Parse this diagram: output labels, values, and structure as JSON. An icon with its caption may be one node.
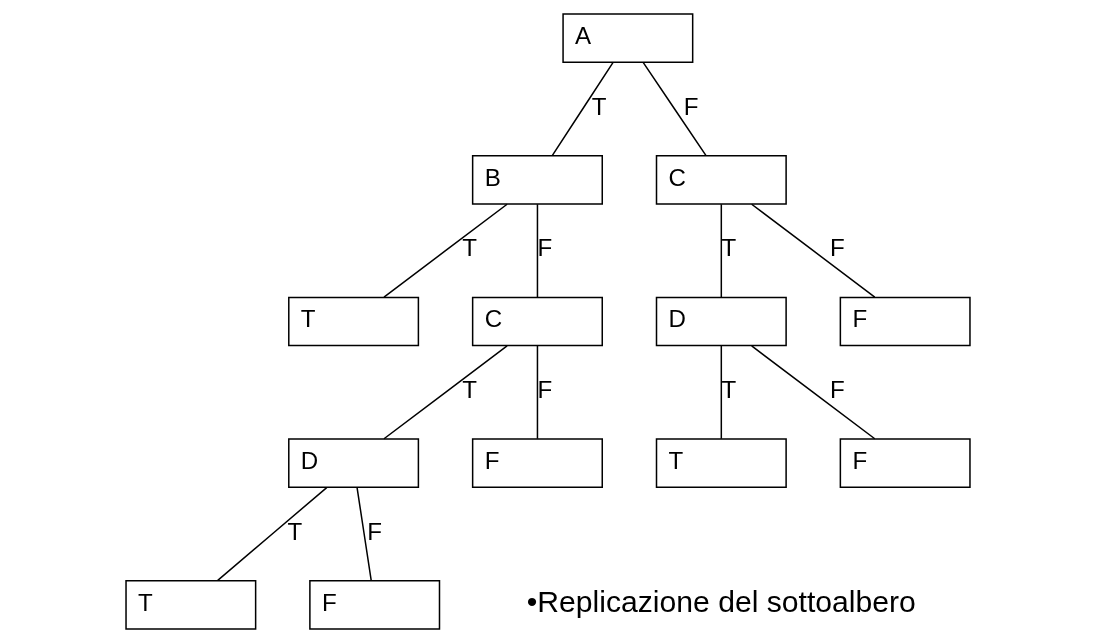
{
  "diagram": {
    "nodes": [
      {
        "text": [
          "A"
        ]
      },
      {
        "text": [
          "B"
        ]
      },
      {
        "text": [
          "C"
        ]
      },
      {
        "text": [
          "T"
        ]
      },
      {
        "text": [
          "C"
        ]
      },
      {
        "text": [
          "D"
        ]
      },
      {
        "text": [
          "F"
        ]
      },
      {
        "text": [
          "D"
        ]
      },
      {
        "text": [
          "F"
        ]
      },
      {
        "text": [
          "T"
        ]
      },
      {
        "text": [
          "F"
        ]
      },
      {
        "text": [
          "T"
        ]
      },
      {
        "text": [
          "F"
        ]
      }
    ],
    "edges": [
      {
        "from": 0,
        "to": 1,
        "arrow": "none",
        "label": "T"
      },
      {
        "from": 0,
        "to": 2,
        "arrow": "none",
        "label": "F"
      },
      {
        "from": 1,
        "to": 3,
        "arrow": "none",
        "label": "T"
      },
      {
        "from": 1,
        "to": 4,
        "arrow": "none",
        "label": "F"
      },
      {
        "from": 2,
        "to": 5,
        "arrow": "none",
        "label": "T"
      },
      {
        "from": 2,
        "to": 6,
        "arrow": "none",
        "label": "F"
      },
      {
        "from": 4,
        "to": 7,
        "arrow": "none",
        "label": "T"
      },
      {
        "from": 4,
        "to": 8,
        "arrow": "none",
        "label": "F"
      },
      {
        "from": 5,
        "to": 9,
        "arrow": "none",
        "label": "T"
      },
      {
        "from": 5,
        "to": 10,
        "arrow": "none",
        "label": "F"
      },
      {
        "from": 7,
        "to": 11,
        "arrow": "none",
        "label": "T"
      },
      {
        "from": 7,
        "to": 12,
        "arrow": "none",
        "label": "F"
      }
    ],
    "labels": [
      "•Replicazione del sottoalbero"
    ]
  }
}
